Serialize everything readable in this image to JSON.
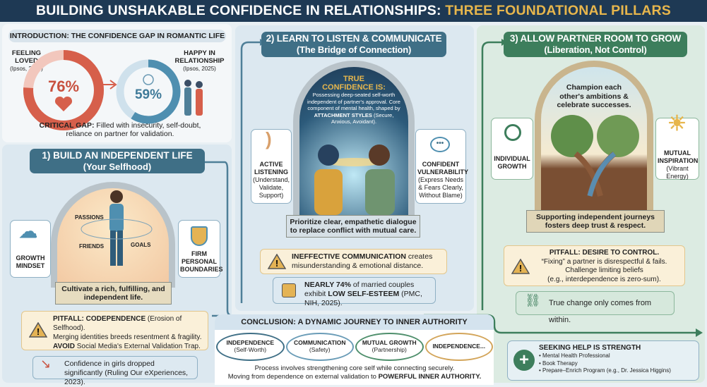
{
  "title": {
    "main": "BUILDING UNSHAKABLE CONFIDENCE IN RELATIONSHIPS:",
    "accent": "THREE FOUNDATIONAL PILLARS"
  },
  "intro": {
    "heading": "INTRODUCTION: THE CONFIDENCE GAP IN ROMANTIC LIFE",
    "loved": {
      "label": "FEELING LOVED",
      "source": "(Ipsos, 2025)",
      "value": "76%",
      "fraction": 0.76
    },
    "happy": {
      "label": "HAPPY IN RELATIONSHIP",
      "source": "(Ipsos, 2025)",
      "value": "59%",
      "fraction": 0.59
    },
    "gap_bold": "CRITICAL GAP:",
    "gap_text": " Filled with insecurity, self-doubt, reliance on partner for validation."
  },
  "pillar1": {
    "title": "1) BUILD AN INDEPENDENT LIFE",
    "subtitle": "(Your Selfhood)",
    "orbit": [
      "PASSIONS",
      "FRIENDS",
      "GOALS"
    ],
    "left_box": "GROWTH MINDSET",
    "right_box": "FIRM PERSONAL BOUNDARIES",
    "pedestal": "Cultivate a rich, fulfilling, and independent life.",
    "pitfall_bold": "PITFALL: CODEPENDENCE",
    "pitfall_text": " (Erosion of Selfhood).",
    "pitfall_line2": "Merging identities breeds resentment & fragility.",
    "avoid_bold": "AVOID",
    "avoid_text": " Social Media's External Validation Trap.",
    "stat": "Confidence in girls dropped significantly (Ruling Our eXperiences, 2023)."
  },
  "pillar2": {
    "title": "2) LEARN TO LISTEN & COMMUNICATE",
    "subtitle": "(The Bridge of Connection)",
    "true_heading": "TRUE CONFIDENCE IS:",
    "true_text": "Possessing deep-seated self-worth independent of partner's approval. Core component of mental health, shaped by",
    "true_bold": "ATTACHMENT STYLES",
    "true_tail": "(Secure, Anxious, Avoidant).",
    "left_box": "ACTIVE LISTENING",
    "left_sub": "(Understand, Validate, Support)",
    "right_box": "CONFIDENT VULNERABILITY",
    "right_sub": "(Express Needs & Fears Clearly, Without Blame)",
    "pedestal": "Prioritize clear, empathetic dialogue to replace conflict with mutual care.",
    "pitfall_bold": "INEFFECTIVE COMMUNICATION",
    "pitfall_text": " creates misunderstanding & emotional distance.",
    "stat_bold1": "NEARLY 74%",
    "stat_text1": " of married couples exhibit ",
    "stat_bold2": "LOW SELF-ESTEEM",
    "stat_text2": " (PMC, NIH, 2025)."
  },
  "pillar3": {
    "title": "3) ALLOW PARTNER ROOM TO GROW",
    "subtitle": "(Liberation, Not Control)",
    "arch_text": "Champion each other's ambitions & celebrate successes.",
    "left_box": "INDIVIDUAL GROWTH",
    "right_box": "MUTUAL INSPIRATION",
    "right_sub": "(Vibrant Energy)",
    "pedestal": "Supporting independent journeys fosters deep trust & respect.",
    "pitfall_bold": "PITFALL: DESIRE TO CONTROL.",
    "pitfall_l2": "“Fixing” a partner is disrespectful & fails.",
    "pitfall_l3": "Challenge limiting beliefs",
    "pitfall_l4": "(e.g., interdependence is zero-sum).",
    "stat": "True change only comes from within."
  },
  "conclusion": {
    "heading": "CONCLUSION: A DYNAMIC JOURNEY TO INNER AUTHORITY",
    "cycle": [
      {
        "label": "INDEPENDENCE",
        "sub": "(Self-Worth)"
      },
      {
        "label": "COMMUNICATION",
        "sub": "(Safety)"
      },
      {
        "label": "MUTUAL GROWTH",
        "sub": "(Partnership)"
      },
      {
        "label": "INDEPENDENCE...",
        "sub": ""
      }
    ],
    "line1": "Process involves strengthening core self while connecting securely.",
    "line2": "Moving from dependence on external validation to ",
    "line2_bold": "POWERFUL INNER AUTHORITY."
  },
  "help": {
    "heading": "SEEKING HELP IS STRENGTH",
    "items": [
      "Mental Health Professional",
      "Book Therapy",
      "Prepare–Enrich Program (e.g., Dr. Jessica Higgins)"
    ]
  },
  "colors": {
    "navy": "#1e3954",
    "red": "#d65f4b",
    "blue": "#4f8fb0",
    "teal_header": "#3f6f86",
    "green_header": "#3d7e5c",
    "gold": "#e7b64c"
  }
}
